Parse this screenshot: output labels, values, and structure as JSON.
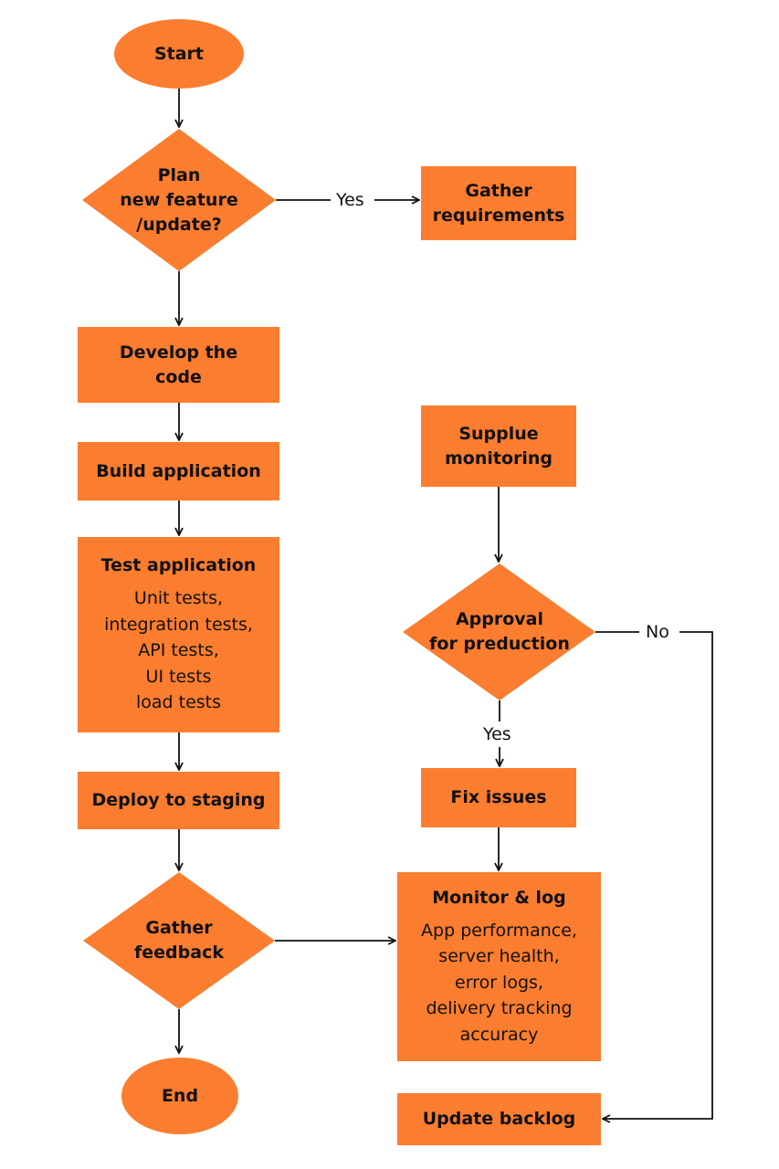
{
  "colors": {
    "fill": "#fb7d2f",
    "line": "#111111",
    "text": "#111111",
    "background": "#ffffff"
  },
  "nodes": {
    "start": {
      "label": "Start"
    },
    "plan": {
      "lines": [
        "Plan",
        "new feature",
        "/update?"
      ]
    },
    "gather_requirements": {
      "lines": [
        "Gather",
        "requirements"
      ]
    },
    "develop": {
      "lines": [
        "Develop the",
        "code"
      ]
    },
    "build": {
      "label": "Build application"
    },
    "test": {
      "label": "Test application",
      "details": [
        "Unit tests,",
        "integration tests,",
        "API tests,",
        "UI tests",
        "load tests"
      ]
    },
    "deploy": {
      "label": "Deploy to staging"
    },
    "feedback": {
      "lines": [
        "Gather",
        "feedback"
      ]
    },
    "end": {
      "label": "End"
    },
    "supplue": {
      "lines": [
        "Supplue",
        "monitoring"
      ]
    },
    "approval": {
      "lines": [
        "Approval",
        "for preduction"
      ]
    },
    "fix": {
      "label": "Fix issues"
    },
    "monitor": {
      "label": "Monitor & log",
      "details": [
        "App performance,",
        "server health,",
        "error logs,",
        "delivery tracking",
        "accuracy"
      ]
    },
    "backlog": {
      "label": "Update backlog"
    }
  },
  "edges": {
    "plan_yes": "Yes",
    "approval_yes": "Yes",
    "approval_no": "No"
  }
}
